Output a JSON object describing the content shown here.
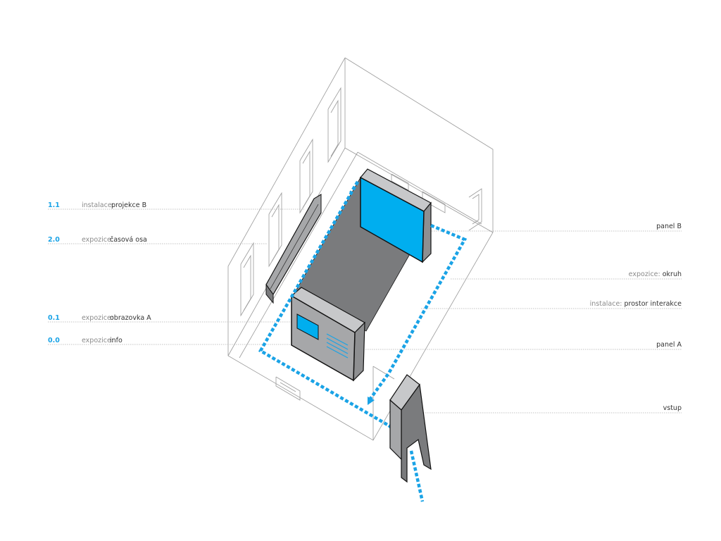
{
  "colors": {
    "accent": "#00aeef",
    "path": "#1aa3e6",
    "dark_gray": "#7a7b7d",
    "mid_gray": "#a6a7a9",
    "light_gray": "#c7c8ca",
    "line": "#9a9a9a"
  },
  "left_labels": [
    {
      "num": "1.1",
      "kind": "instalace:",
      "name": "projekce  B"
    },
    {
      "num": "2.0",
      "kind": "expozice:",
      "name": "časová osa"
    },
    {
      "num": "0.1",
      "kind": "expozice:",
      "name": "obrazovka  A"
    },
    {
      "num": "0.0",
      "kind": "expozice:",
      "name": "info"
    }
  ],
  "right_labels": [
    {
      "kind": "",
      "name": "panel  B"
    },
    {
      "kind": "expozice:",
      "name": "okruh"
    },
    {
      "kind": "instalace:",
      "name": "prostor interakce"
    },
    {
      "kind": "",
      "name": "panel  A"
    },
    {
      "kind": "",
      "name": "vstup"
    }
  ]
}
